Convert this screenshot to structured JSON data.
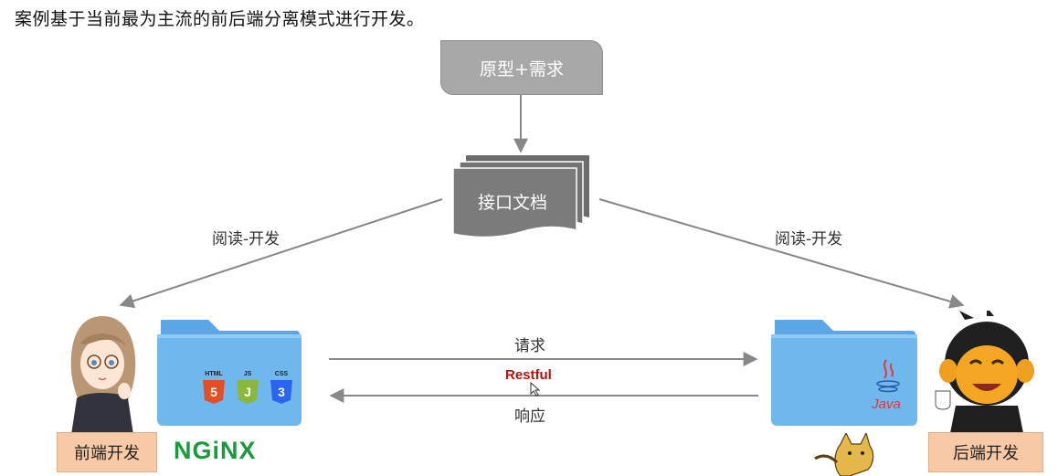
{
  "intro": "案例基于当前最为主流的前后端分离模式进行开发。",
  "prototype_box": "原型+需求",
  "doc_box": "接口文档",
  "left_edge_label": "阅读-开发",
  "right_edge_label": "阅读-开发",
  "request_label": "请求",
  "restful_label": "Restful",
  "response_label": "响应",
  "frontend_label": "前端开发",
  "backend_label": "后端开发",
  "nginx_logo": "NGiNX",
  "frontend_folder": {
    "icons": [
      "HTML",
      "JS",
      "CSS"
    ]
  },
  "backend_folder": {
    "logo_text": "Java"
  },
  "colors": {
    "box_gray": "#a8a8a8",
    "folder_blue": "#6fb8ee",
    "role_peach": "#f7c9a5",
    "restful_red": "#b01010",
    "nginx_green": "#1a9a3d"
  }
}
